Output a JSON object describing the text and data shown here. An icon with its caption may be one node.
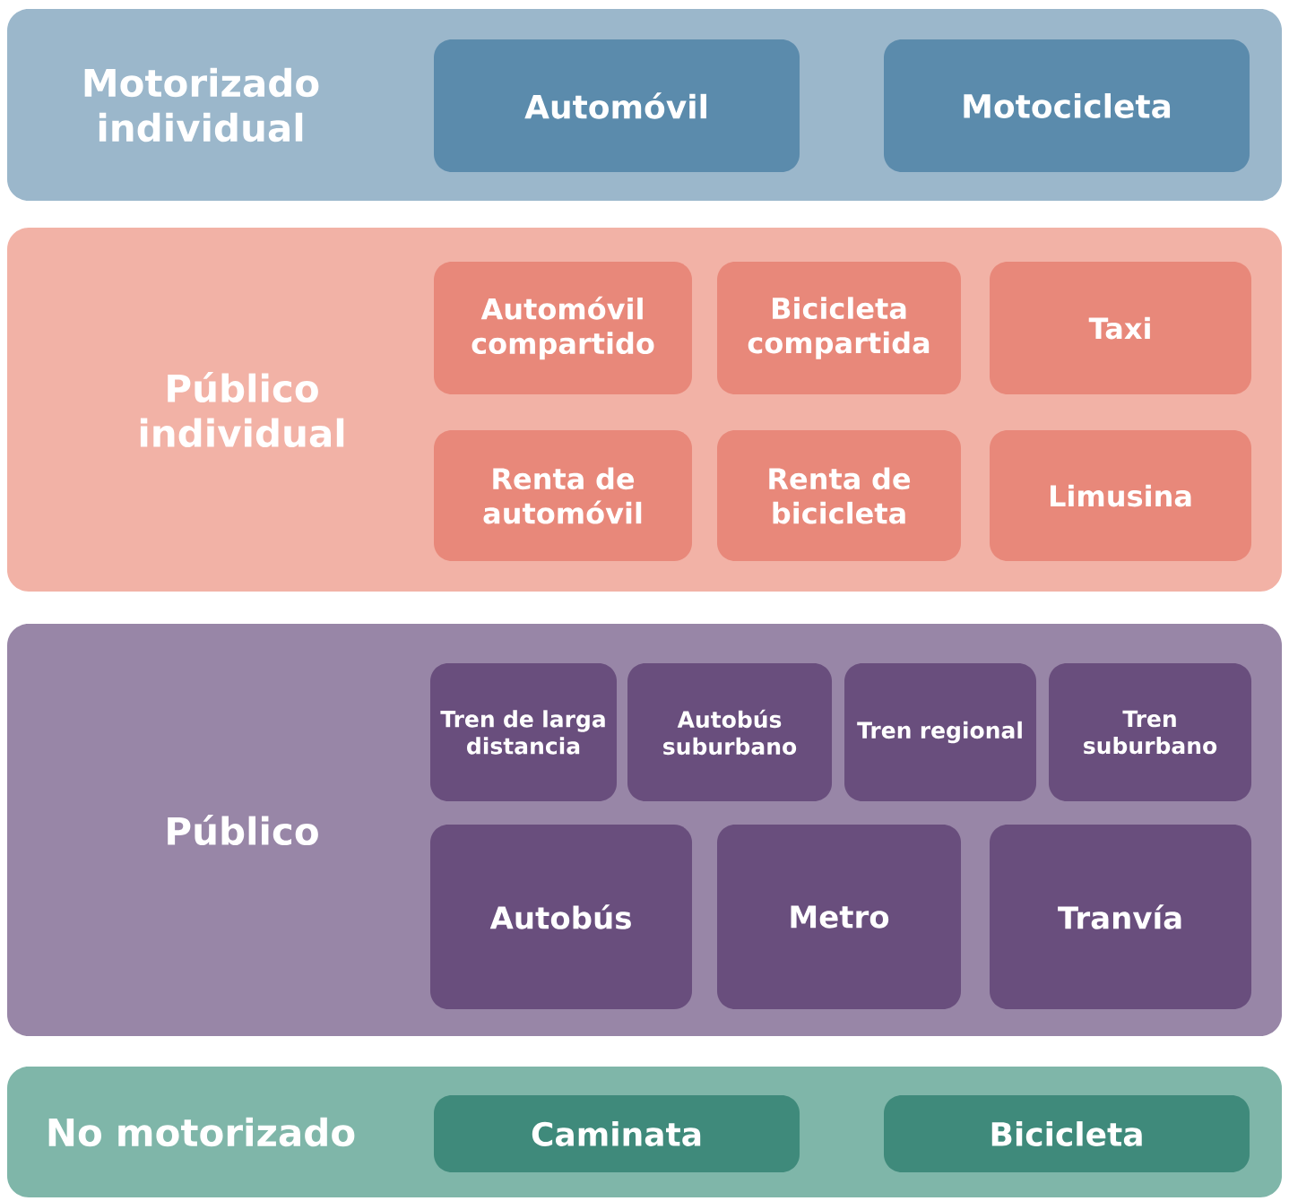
{
  "diagram": {
    "nodes": [
      {
        "text": [
          "Motorizado individual"
        ]
      },
      {
        "text": [
          "Automóvil"
        ],
        "in": 0
      },
      {
        "text": [
          "Motocicleta"
        ],
        "in": 0
      },
      {
        "text": [
          "Público individual"
        ]
      },
      {
        "text": [
          "Automóvil compartido"
        ],
        "in": 3
      },
      {
        "text": [
          "Bicicleta compartida"
        ],
        "in": 3
      },
      {
        "text": [
          "Taxi"
        ],
        "in": 3
      },
      {
        "text": [
          "Renta de automóvil"
        ],
        "in": 3
      },
      {
        "text": [
          "Renta de bicicleta"
        ],
        "in": 3
      },
      {
        "text": [
          "Limusina"
        ],
        "in": 3
      },
      {
        "text": [
          "Público"
        ]
      },
      {
        "text": [
          "Tren de larga distancia"
        ],
        "in": 10
      },
      {
        "text": [
          "Autobús suburbano"
        ],
        "in": 10
      },
      {
        "text": [
          "Tren regional"
        ],
        "in": 10
      },
      {
        "text": [
          "Tren suburbano"
        ],
        "in": 10
      },
      {
        "text": [
          "Autobús"
        ],
        "in": 10
      },
      {
        "text": [
          "Metro"
        ],
        "in": 10
      },
      {
        "text": [
          "Tranvía"
        ],
        "in": 10
      },
      {
        "text": [
          "No motorizado"
        ]
      },
      {
        "text": [
          "Caminata"
        ],
        "in": 18
      },
      {
        "text": [
          "Bicicleta"
        ],
        "in": 18
      }
    ]
  }
}
